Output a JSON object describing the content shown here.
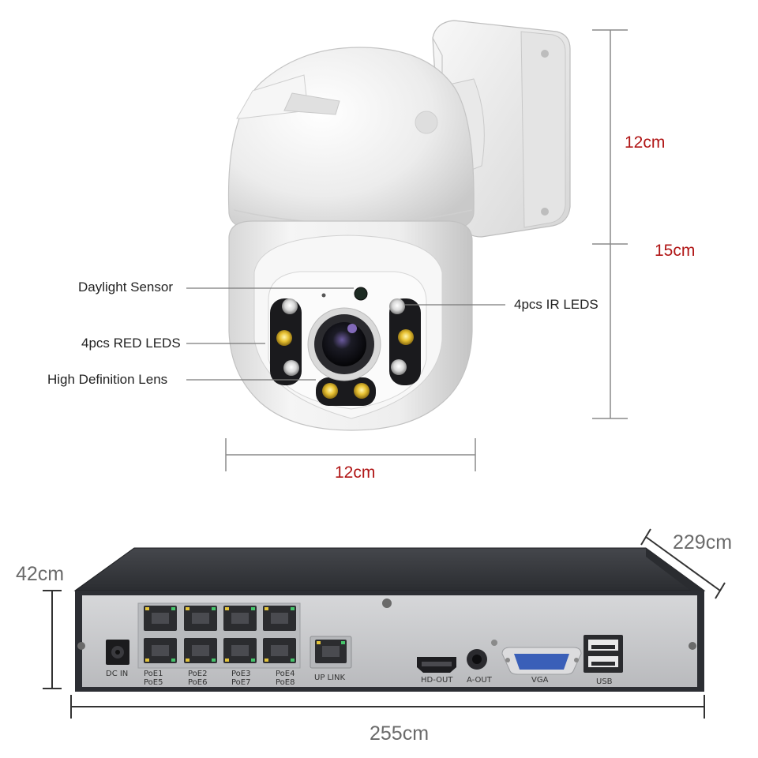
{
  "camera": {
    "callouts": {
      "daylight_sensor": "Daylight Sensor",
      "red_leds": "4pcs RED LEDS",
      "hd_lens": "High Definition Lens",
      "ir_leds": "4pcs IR LEDS"
    },
    "dimensions": {
      "upper_height": "12cm",
      "total_height": "15cm",
      "width": "12cm"
    }
  },
  "nvr": {
    "dimensions": {
      "height": "42cm",
      "depth": "229cm",
      "width": "255cm"
    },
    "ports": {
      "dc_in": "DC IN",
      "poe_top": [
        "PoE1",
        "PoE2",
        "PoE3",
        "PoE4"
      ],
      "poe_bottom": [
        "PoE5",
        "PoE6",
        "PoE7",
        "PoE8"
      ],
      "uplink": "UP LINK",
      "hd_out": "HD-OUT",
      "a_out": "A-OUT",
      "vga": "VGA",
      "usb": "USB"
    }
  },
  "colors": {
    "dimension_red": "#b01515",
    "dimension_gray": "#6a6a6a",
    "camera_white": "#f2f2f2",
    "nvr_body": "#2e3035",
    "nvr_panel": "#c9cacc"
  }
}
